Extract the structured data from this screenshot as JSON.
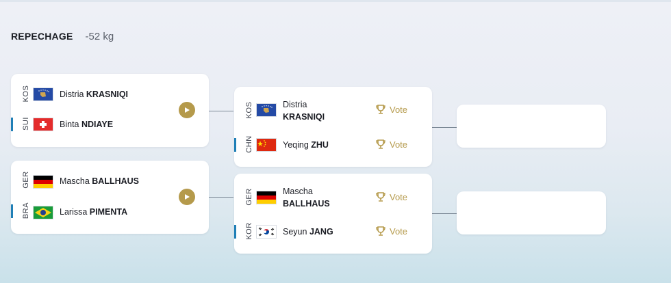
{
  "header": {
    "title": "REPECHAGE",
    "weight": "-52 kg"
  },
  "round1": [
    {
      "athletes": [
        {
          "code": "KOS",
          "flag": "kos",
          "first": "Distria",
          "last": "KRASNIQI",
          "marked": false
        },
        {
          "code": "SUI",
          "flag": "sui",
          "first": "Binta",
          "last": "NDIAYE",
          "marked": true
        }
      ]
    },
    {
      "athletes": [
        {
          "code": "GER",
          "flag": "ger",
          "first": "Mascha",
          "last": "BALLHAUS",
          "marked": false
        },
        {
          "code": "BRA",
          "flag": "bra",
          "first": "Larissa",
          "last": "PIMENTA",
          "marked": true
        }
      ]
    }
  ],
  "round2": [
    {
      "athletes": [
        {
          "code": "KOS",
          "flag": "kos",
          "first": "Distria",
          "last": "KRASNIQI",
          "vote": "Vote",
          "marked": false
        },
        {
          "code": "CHN",
          "flag": "chn",
          "first": "Yeqing",
          "last": "ZHU",
          "vote": "Vote",
          "marked": true
        }
      ]
    },
    {
      "athletes": [
        {
          "code": "GER",
          "flag": "ger",
          "first": "Mascha",
          "last": "BALLHAUS",
          "vote": "Vote",
          "marked": false
        },
        {
          "code": "KOR",
          "flag": "kor",
          "first": "Seyun",
          "last": "JANG",
          "vote": "Vote",
          "marked": true
        }
      ]
    }
  ],
  "colors": {
    "accent_gold": "#b59a4b",
    "marker_blue": "#1f7fb6"
  },
  "icons": {
    "play": "play-icon",
    "vote": "trophy-icon"
  }
}
